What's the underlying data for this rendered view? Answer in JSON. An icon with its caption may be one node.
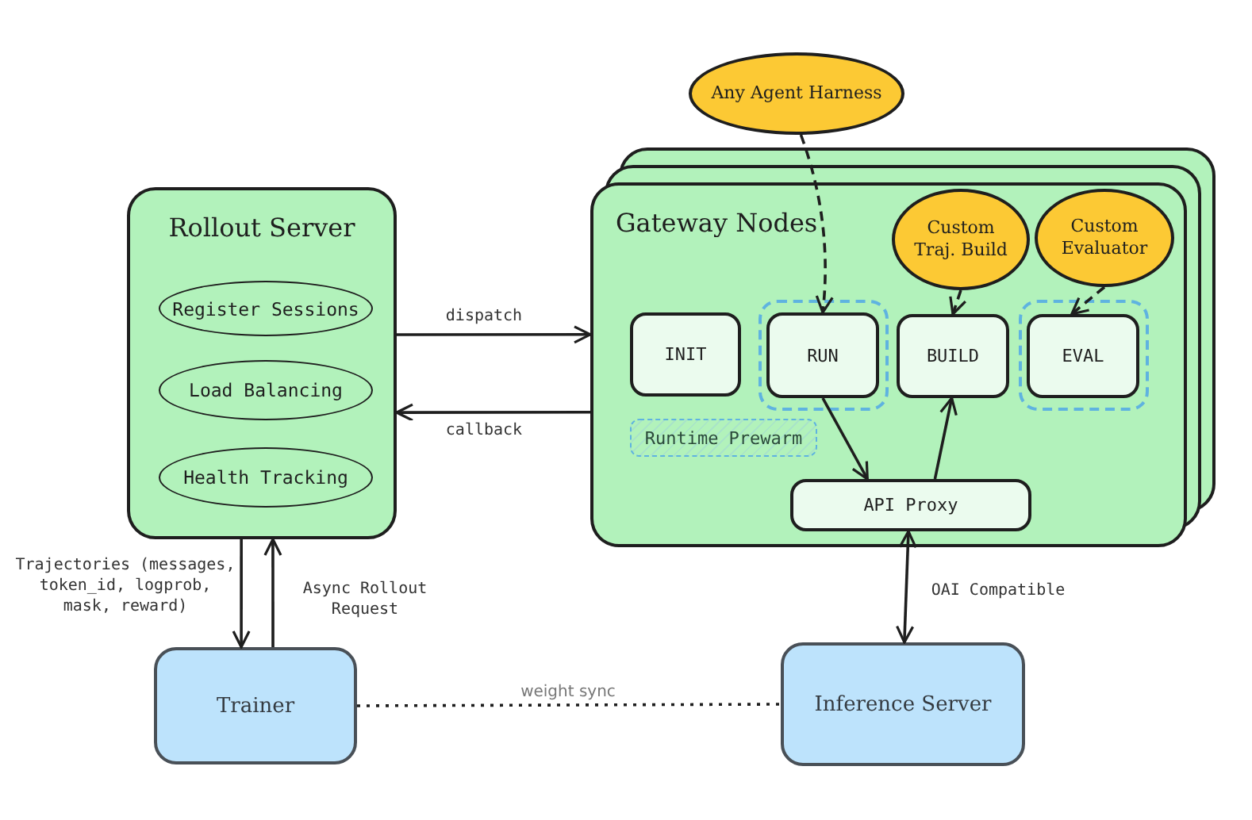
{
  "diagram": {
    "nodes": [
      {
        "text": [
          "Rollout Server"
        ]
      },
      {
        "text": [
          "Register Sessions"
        ],
        "in": 0
      },
      {
        "text": [
          "Load Balancing"
        ],
        "in": 0
      },
      {
        "text": [
          "Health Tracking"
        ],
        "in": 0
      },
      {
        "text": [
          "Gateway Nodes"
        ]
      },
      {
        "text": [
          "Any Agent Harness"
        ]
      },
      {
        "text": [
          "Custom Traj. Build"
        ],
        "in": 4
      },
      {
        "text": [
          "Custom Evaluator"
        ],
        "in": 4
      },
      {
        "text": [
          "INIT"
        ],
        "in": 4
      },
      {
        "text": [
          "RUN"
        ],
        "in": 4
      },
      {
        "text": [
          "BUILD"
        ],
        "in": 4
      },
      {
        "text": [
          "EVAL"
        ],
        "in": 4
      },
      {
        "text": [
          "Runtime Prewarm"
        ],
        "in": 4
      },
      {
        "text": [
          "API Proxy"
        ],
        "in": 4
      },
      {
        "text": [
          "Trainer"
        ]
      },
      {
        "text": [
          "Inference Server"
        ]
      }
    ],
    "edges": [
      {
        "from": 0,
        "to": 4,
        "arrow": "to",
        "label": "dispatch"
      },
      {
        "from": 4,
        "to": 0,
        "arrow": "to",
        "label": "callback"
      },
      {
        "from": 0,
        "to": 14,
        "arrow": "to",
        "label": "Trajectories (messages, token_id, logprob, mask, reward)"
      },
      {
        "from": 14,
        "to": 0,
        "arrow": "to",
        "label": "Async Rollout Request"
      },
      {
        "from": 5,
        "to": 9,
        "arrow": "to",
        "style": "dashed"
      },
      {
        "from": 6,
        "to": 10,
        "arrow": "to",
        "style": "dashed"
      },
      {
        "from": 7,
        "to": 11,
        "arrow": "to",
        "style": "dashed"
      },
      {
        "from": 9,
        "to": 13,
        "arrow": "to"
      },
      {
        "from": 13,
        "to": 10,
        "arrow": "to"
      },
      {
        "from": 13,
        "to": 15,
        "arrow": "both",
        "label": "OAI Compatible"
      },
      {
        "from": 14,
        "to": 15,
        "arrow": "none",
        "label": "weight sync",
        "style": "dashed"
      }
    ]
  }
}
